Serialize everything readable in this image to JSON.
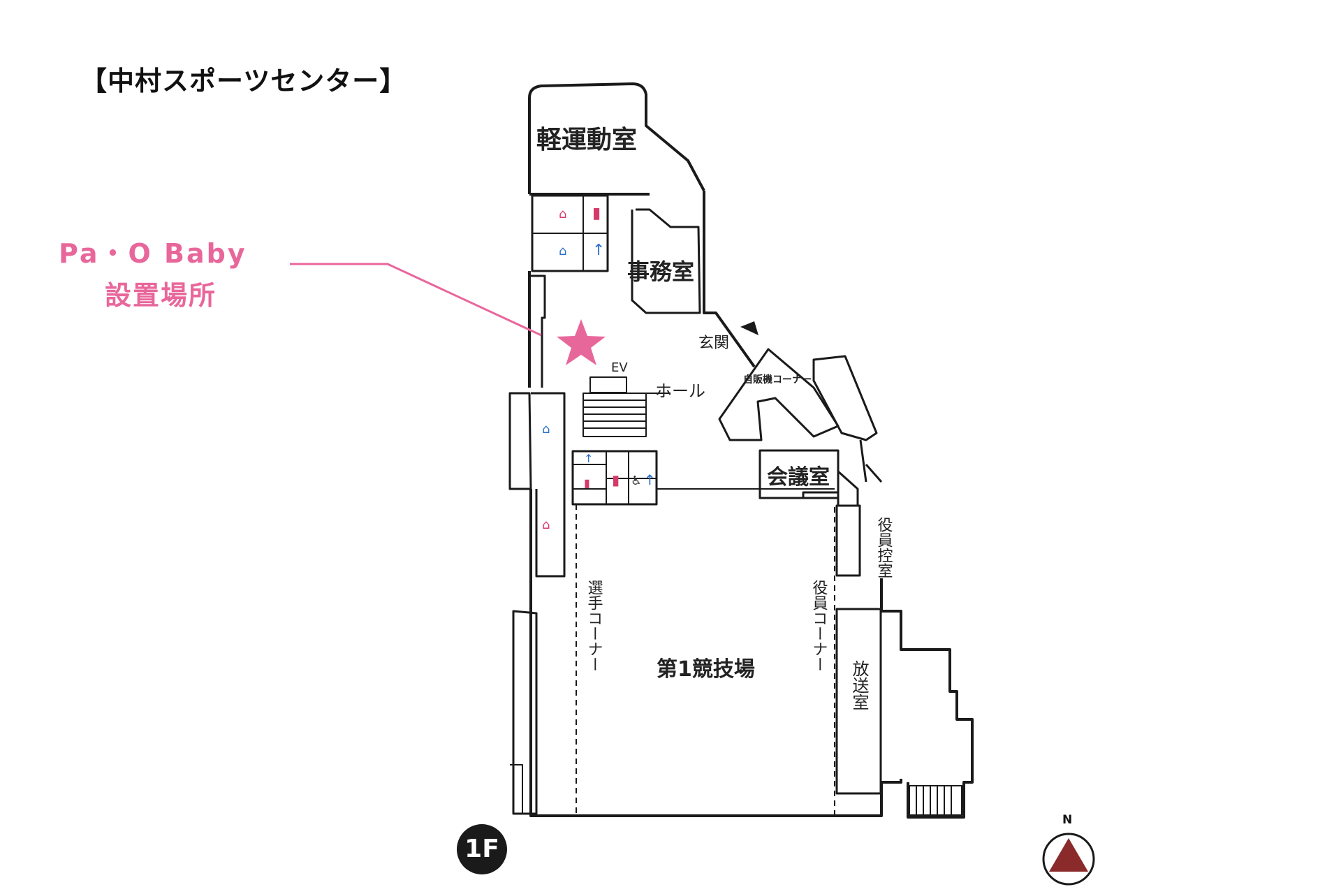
{
  "title": "【中村スポーツセンター】",
  "callout": {
    "name": "Pa・O Baby",
    "location": "設置場所",
    "color": "#e8679b"
  },
  "rooms": {
    "light_exercise": "軽運動室",
    "office": "事務室",
    "entrance": "玄関",
    "vending": "自販機コーナー",
    "ev": "EV",
    "hall": "ホール",
    "meeting": "会議室",
    "officials_waiting": "役員控室",
    "athlete_corner": "選手コーナー",
    "officials_corner": "役員コーナー",
    "arena": "第1競技場",
    "broadcast": "放送室"
  },
  "floor": "1F",
  "compass": {
    "label": "N",
    "color": "#8b2a2a"
  },
  "colors": {
    "wall": "#1a1a1a",
    "pink": "#e8679b",
    "female": "#d63a6a",
    "male": "#2a6fc9"
  }
}
